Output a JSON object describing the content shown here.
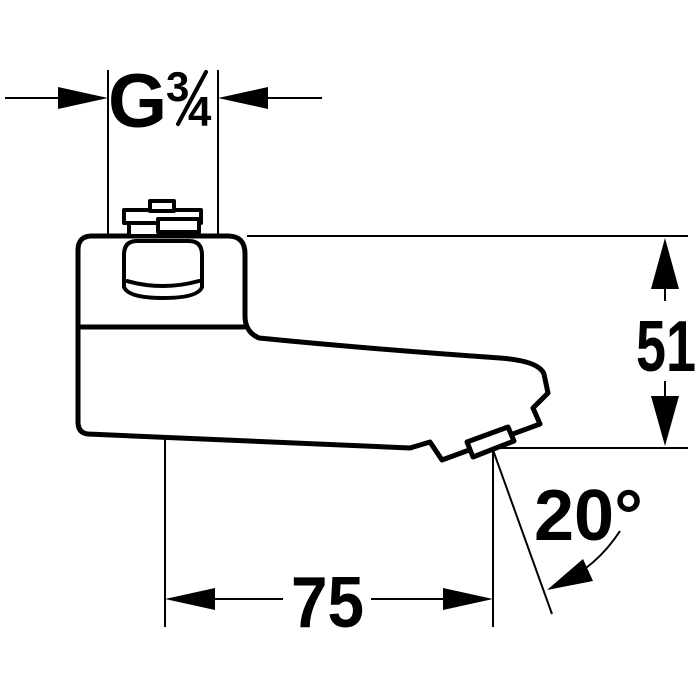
{
  "drawing": {
    "type": "technical-dimension-drawing",
    "labels": {
      "thread_prefix": "G",
      "thread_numerator": "3",
      "thread_denominator": "4",
      "height": "51",
      "length": "75",
      "angle": "20°"
    },
    "colors": {
      "line": "#000000",
      "background": "#ffffff"
    }
  }
}
